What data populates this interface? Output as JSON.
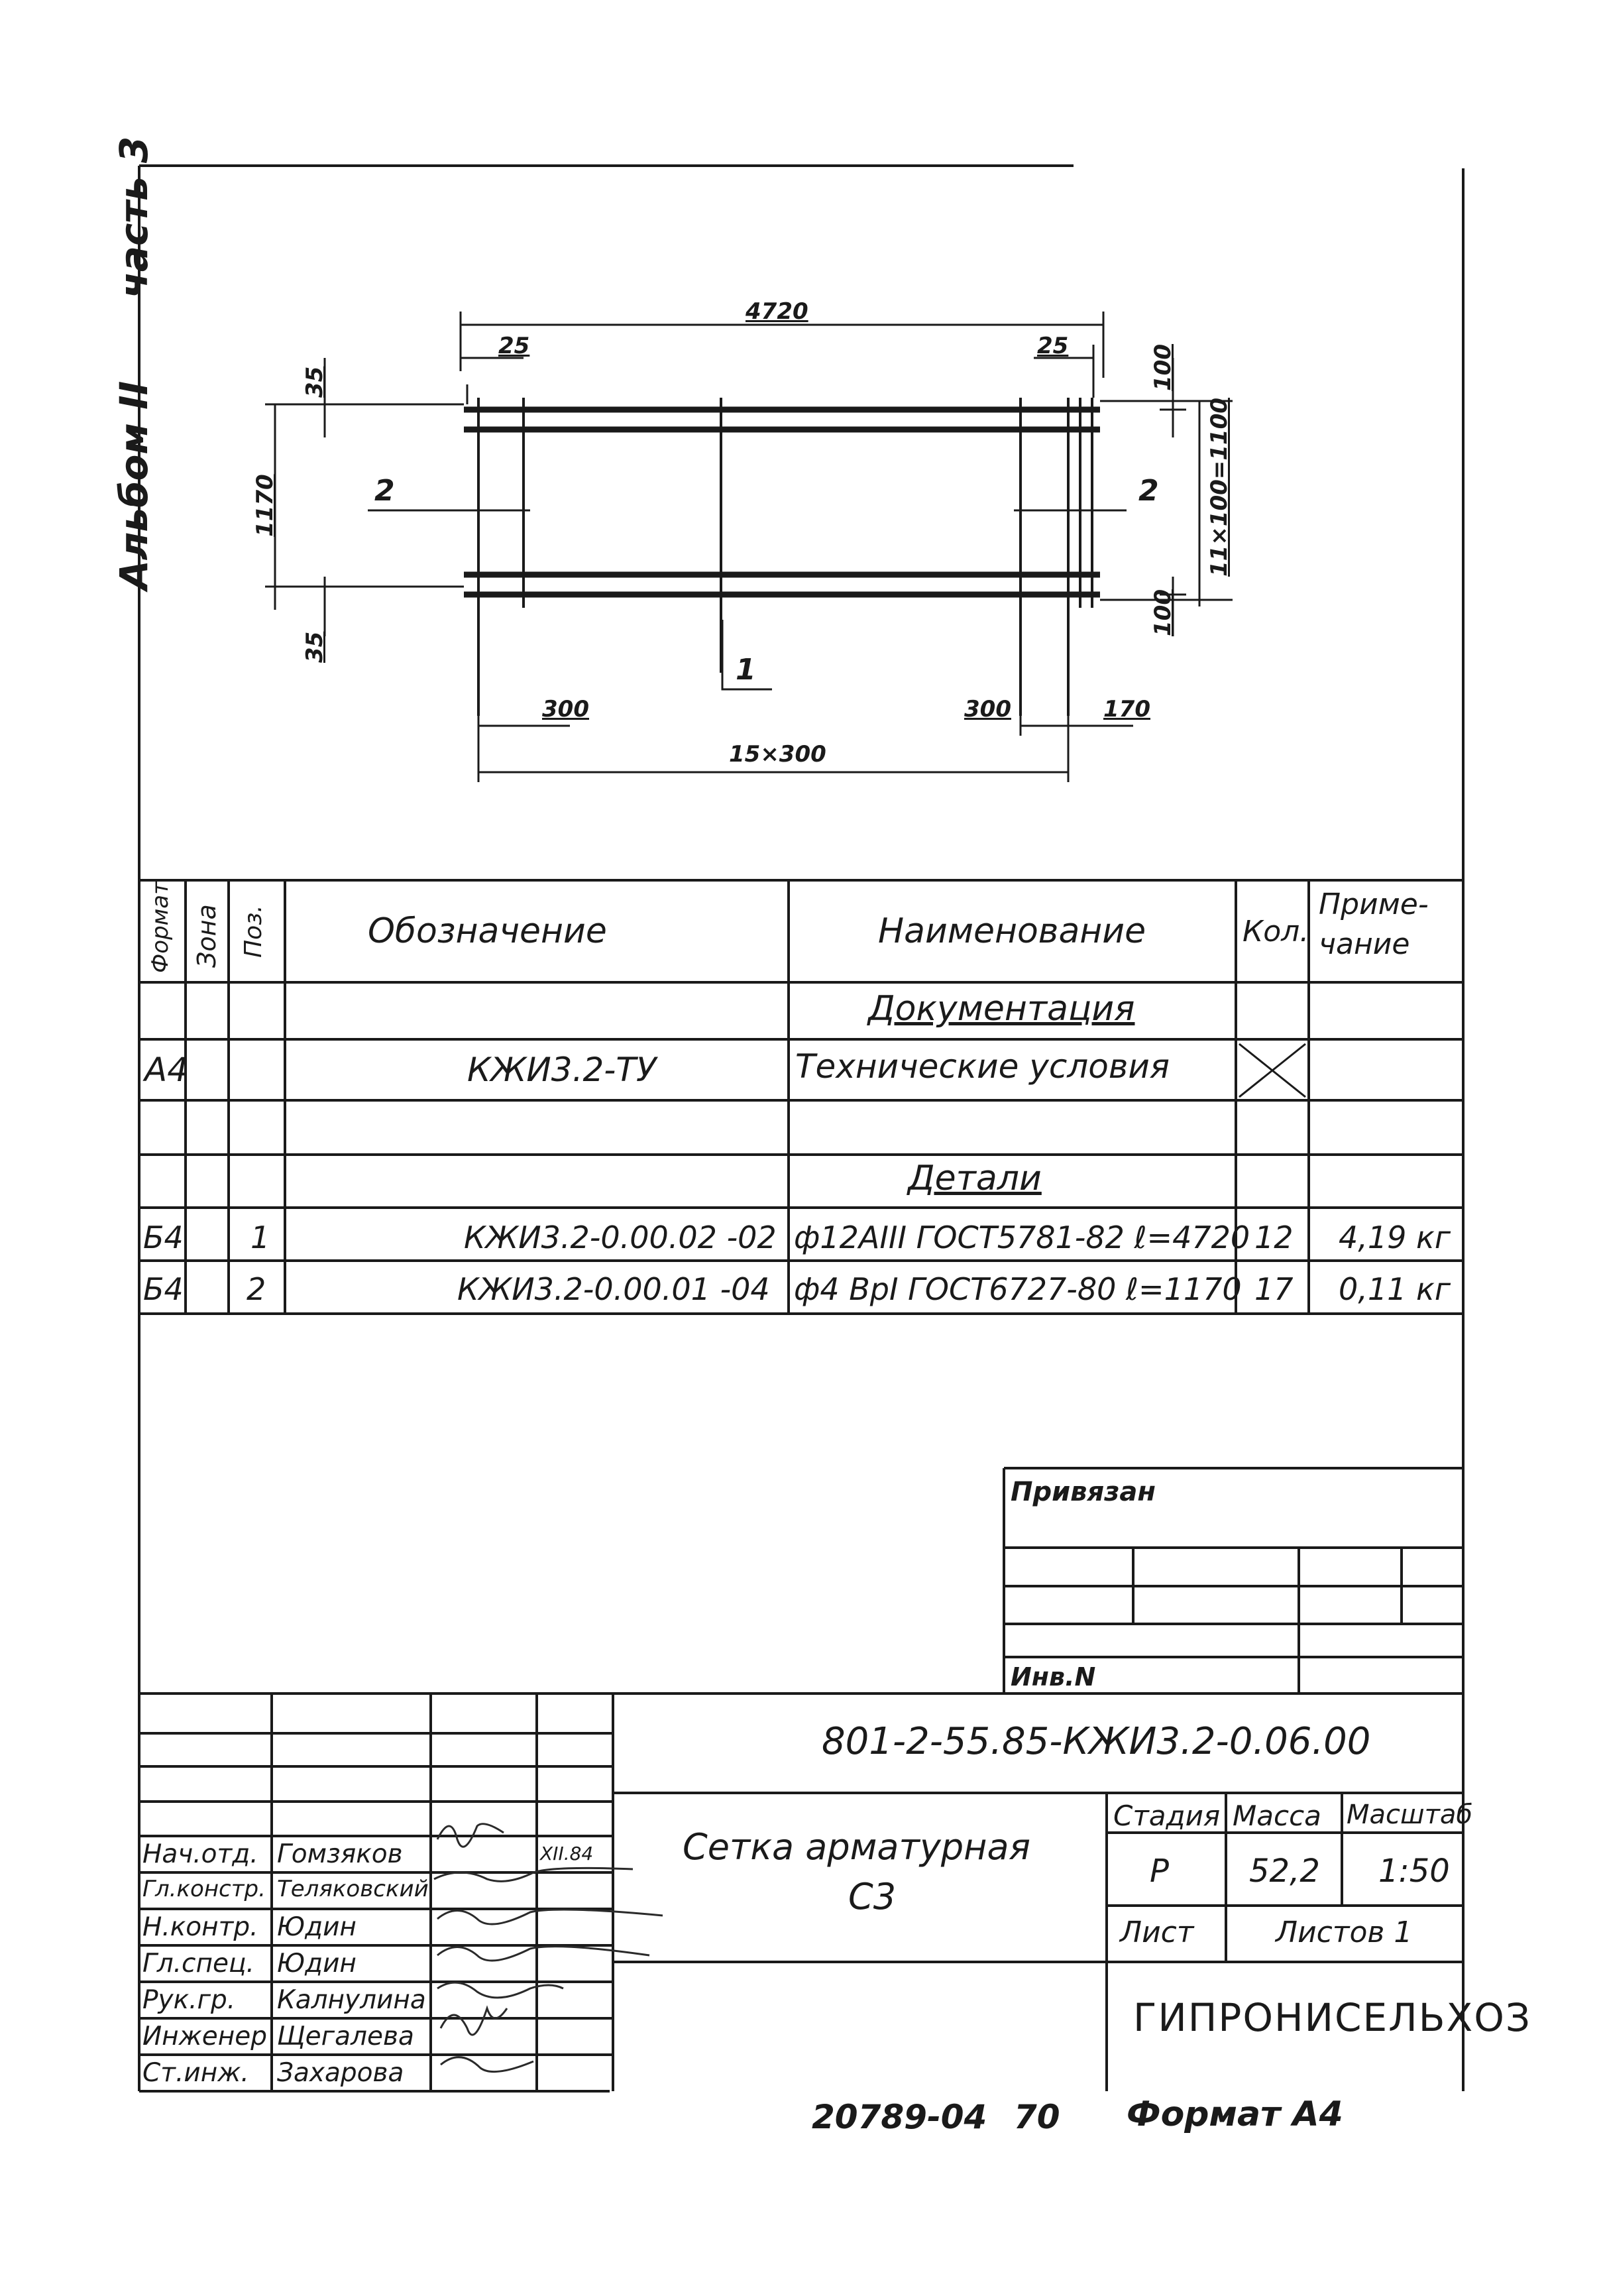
{
  "sheet": {
    "album_label": "Альбом II",
    "part_label": "часть 3",
    "footer_code": "20789-04",
    "footer_sheet": "70",
    "footer_format": "Формат А4"
  },
  "drawing": {
    "dim_overall_length": "4720",
    "dim_left_offset": "25",
    "dim_right_offset": "25",
    "dim_top_35": "35",
    "dim_bottom_35": "35",
    "dim_height": "1170",
    "dim_top_100": "100",
    "dim_bottom_100": "100",
    "dim_spacing_vertical": "11×100=1100",
    "pos_2_left": "2",
    "pos_2_right": "2",
    "pos_1": "1",
    "dim_300_left": "300",
    "dim_300_right": "300",
    "dim_170": "170",
    "dim_spacing_horizontal": "15×300"
  },
  "spec_table": {
    "headers": {
      "format": "Формат",
      "zone": "Зона",
      "pos": "Поз.",
      "designation": "Обозначение",
      "name": "Наименование",
      "qty": "Кол.",
      "note": "Приме-\nчание"
    },
    "section_documentation": "Документация",
    "doc_row": {
      "format": "А4",
      "designation": "КЖИ3.2-ТУ",
      "name": "Технические условия"
    },
    "section_parts": "Детали",
    "rows": [
      {
        "format": "Б4",
        "pos": "1",
        "designation": "КЖИ3.2-0.00.02 -02",
        "name": "ф12АIII ГОСТ5781-82 ℓ=4720",
        "qty": "12",
        "note": "4,19 кг"
      },
      {
        "format": "Б4",
        "pos": "2",
        "designation": "КЖИ3.2-0.00.01 -04",
        "name": "ф4 ВрI ГОСТ6727-80 ℓ=1170",
        "qty": "17",
        "note": "0,11 кг"
      }
    ]
  },
  "binding_block": {
    "title": "Привязан",
    "inv_label": "Инв.N"
  },
  "title_block": {
    "document_code": "801-2-55.85-КЖИ3.2-0.06.00",
    "drawing_title_line1": "Сетка арматурная",
    "drawing_title_line2": "С3",
    "stage_label": "Стадия",
    "mass_label": "Масса",
    "scale_label": "Масштаб",
    "stage_value": "Р",
    "mass_value": "52,2",
    "scale_value": "1:50",
    "sheet_label": "Лист",
    "sheets_label": "Листов 1",
    "organization": "ГИПРОНИСЕЛЬХОЗ",
    "date": "XII.84",
    "roles": [
      {
        "role": "Нач.отд.",
        "name": "Гомзяков"
      },
      {
        "role": "Гл.констр.",
        "name": "Теляковский"
      },
      {
        "role": "Н.контр.",
        "name": "Юдин"
      },
      {
        "role": "Гл.спец.",
        "name": "Юдин"
      },
      {
        "role": "Рук.гр.",
        "name": "Калнулина"
      },
      {
        "role": "Инженер",
        "name": "Щегалева"
      },
      {
        "role": "Ст.инж.",
        "name": "Захарова"
      }
    ]
  }
}
